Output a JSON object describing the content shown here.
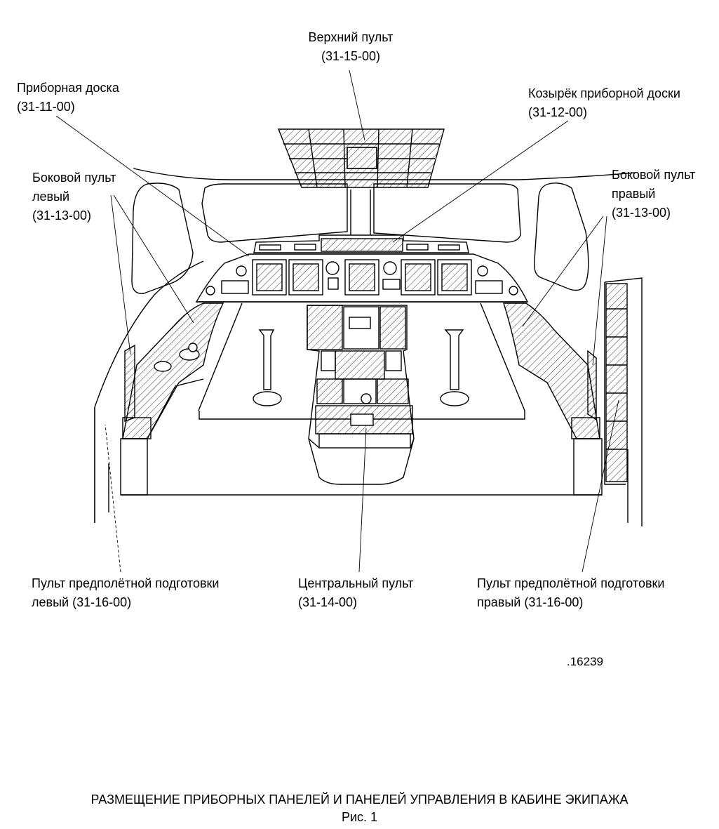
{
  "labels": {
    "overhead": {
      "name": "Верхний пульт",
      "code": "(31-15-00)"
    },
    "instrument_panel": {
      "name": "Приборная доска",
      "code": "(31-11-00)"
    },
    "glareshield": {
      "name": "Козырёк приборной доски",
      "code": "(31-12-00)"
    },
    "side_left": {
      "line1": "Боковой пульт",
      "line2": "левый",
      "code": "(31-13-00)"
    },
    "side_right": {
      "line1": "Боковой пульт",
      "line2": "правый",
      "code": "(31-13-00)"
    },
    "preflight_left": {
      "line1": "Пульт предполётной подготовки",
      "line2": "левый (31-16-00)"
    },
    "center_console": {
      "name": "Центральный пульт",
      "code": "(31-14-00)"
    },
    "preflight_right": {
      "line1": "Пульт предполётной подготовки",
      "line2": "правый (31-16-00)"
    }
  },
  "figure_ref": ".16239",
  "caption": {
    "title": "РАЗМЕЩЕНИЕ ПРИБОРНЫХ ПАНЕЛЕЙ И ПАНЕЛЕЙ УПРАВЛЕНИЯ В КАБИНЕ ЭКИПАЖА",
    "figure": "Рис. 1"
  }
}
